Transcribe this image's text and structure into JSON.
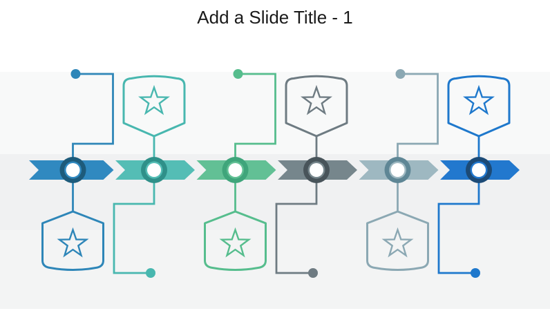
{
  "slide": {
    "title": "Add a Slide Title - 1",
    "background": "#ffffff",
    "band_colors": [
      "#ffffff",
      "#f8f9f9",
      "#f0f1f2",
      "#f3f4f4"
    ]
  },
  "timeline": {
    "direction": "left-to-right",
    "milestone_count": 6,
    "node_center_color": "#ffffff",
    "milestones": [
      {
        "index": 1,
        "icon": "star-icon",
        "badge_position": "below",
        "colors": {
          "chevron": "#3089c0",
          "node_ring": "#1d5b7b",
          "accent": "#2e86b8"
        }
      },
      {
        "index": 2,
        "icon": "star-icon",
        "badge_position": "above",
        "colors": {
          "chevron": "#54bdb5",
          "node_ring": "#2f9089",
          "accent": "#48b7af"
        }
      },
      {
        "index": 3,
        "icon": "star-icon",
        "badge_position": "below",
        "colors": {
          "chevron": "#62c095",
          "node_ring": "#3fa57b",
          "accent": "#56bd8d"
        }
      },
      {
        "index": 4,
        "icon": "star-icon",
        "badge_position": "above",
        "colors": {
          "chevron": "#76868c",
          "node_ring": "#48545a",
          "accent": "#6e7b82"
        }
      },
      {
        "index": 5,
        "icon": "star-icon",
        "badge_position": "below",
        "colors": {
          "chevron": "#9eb8c1",
          "node_ring": "#5e8695",
          "accent": "#8ba8b3"
        }
      },
      {
        "index": 6,
        "icon": "star-icon",
        "badge_position": "above",
        "colors": {
          "chevron": "#2278ce",
          "node_ring": "#1c4a76",
          "accent": "#1e78cc"
        }
      }
    ]
  }
}
